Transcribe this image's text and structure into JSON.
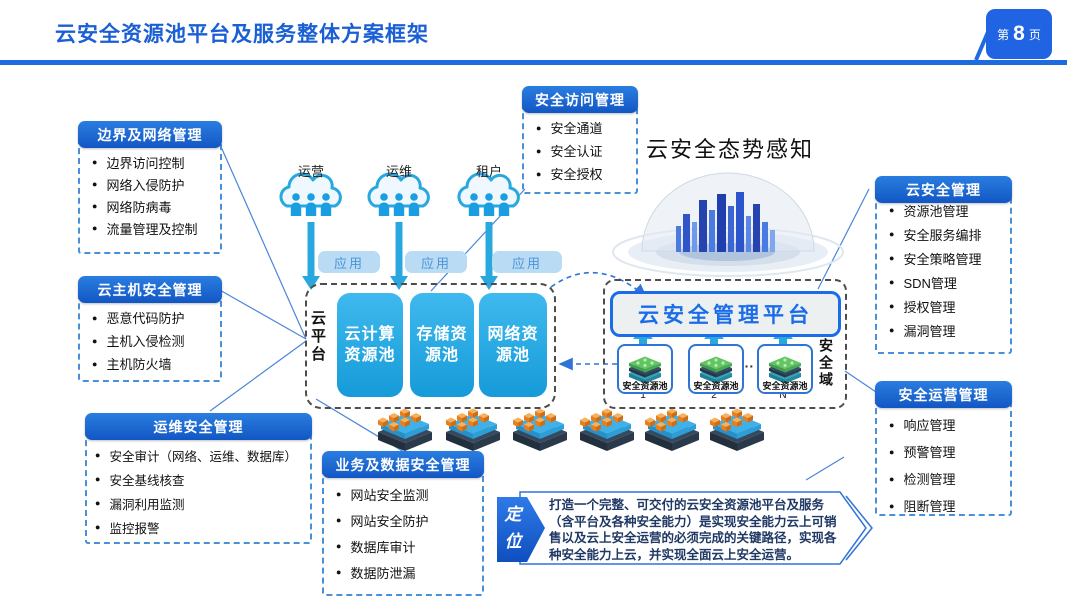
{
  "header": {
    "title": "云安全资源池平台及服务整体方案框架",
    "page_prefix": "第",
    "page_number": "8",
    "page_suffix": "页"
  },
  "panels": [
    {
      "title": "边界及网络管理",
      "items": [
        "边界访问控制",
        "网络入侵防护",
        "网络防病毒",
        "流量管理及控制"
      ]
    },
    {
      "title": "云主机安全管理",
      "items": [
        "恶意代码防护",
        "主机入侵检测",
        "主机防火墙"
      ]
    },
    {
      "title": "运维安全管理",
      "items": [
        "安全审计（网络、运维、数据库）",
        "安全基线核查",
        "漏洞利用监测",
        "监控报警"
      ]
    },
    {
      "title": "安全访问管理",
      "items": [
        "安全通道",
        "安全认证",
        "安全授权"
      ]
    },
    {
      "title": "云安全管理",
      "items": [
        "资源池管理",
        "安全服务编排",
        "安全策略管理",
        "SDN管理",
        "授权管理",
        "漏洞管理"
      ]
    },
    {
      "title": "安全运营管理",
      "items": [
        "响应管理",
        "预警管理",
        "检测管理",
        "阻断管理"
      ]
    },
    {
      "title": "业务及数据安全管理",
      "items": [
        "网站安全监测",
        "网站安全防护",
        "数据库审计",
        "数据防泄漏"
      ]
    }
  ],
  "actors": {
    "groups": [
      {
        "label": "运营"
      },
      {
        "label": "运维"
      },
      {
        "label": "租户"
      }
    ],
    "app_label": "应用"
  },
  "platform": {
    "side_label": "云平台",
    "pools": [
      "云计算\n资源池",
      "存储资\n源池",
      "网络资\n源池"
    ]
  },
  "situation": {
    "title": "云安全态势感知"
  },
  "security_zone": {
    "console_label": "云安全管理平台",
    "domain_label": "安全域",
    "pools": [
      {
        "label": "安全资源池",
        "index": "1"
      },
      {
        "label": "安全资源池",
        "index": "2"
      },
      {
        "label": "安全资源池",
        "index": "N"
      }
    ],
    "ellipsis": "···"
  },
  "positioning": {
    "tag": "定\n位",
    "lines": [
      "打造一个完整、可交付的云安全资源池平台及服务",
      "（含平台及各种安全能力）是实现安全能力云上可销",
      "售以及云上安全运营的必须完成的关键路径，实现各",
      "种安全能力上云，并实现全面云上安全运营。"
    ]
  },
  "colors": {
    "title_blue": "#1a5fd4",
    "panel_header_blue": "#1565cf",
    "pool_cyan": "#29a8e0",
    "console_blue": "#1b6ce8",
    "banner_navy": "#1f3864",
    "server_orange": "#e87f1f"
  }
}
